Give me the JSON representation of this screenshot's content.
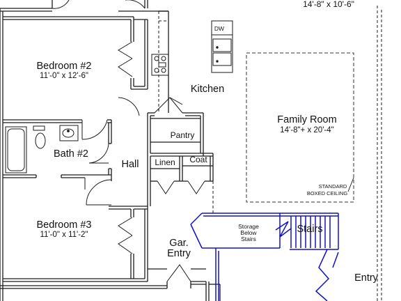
{
  "rooms": {
    "top_dim": "14'-8\" x 10'-6\"",
    "bedroom2": {
      "name": "Bedroom #2",
      "dim": "11'-0\" x 12'-6\""
    },
    "bedroom3": {
      "name": "Bedroom #3",
      "dim": "11'-0\" x 11'-2\""
    },
    "bath2": "Bath #2",
    "hall": "Hall",
    "kitchen": "Kitchen",
    "pantry": "Pantry",
    "linen": "Linen",
    "coat": "Coat",
    "family": {
      "name": "Family Room",
      "dim": "14'-8\"+ x 20'-4\""
    },
    "ceiling_note": [
      "STANDARD",
      "BOXED CEILING"
    ],
    "dw": "DW",
    "storage": [
      "Storage",
      "Below",
      "Stairs"
    ],
    "stairs": "Stairs",
    "gar_entry": [
      "Gar.",
      "Entry"
    ],
    "entry": "Entry"
  },
  "colors": {
    "wall": "#1a1a1a",
    "stairs": "#1010c8",
    "paper": "#ffffff"
  }
}
